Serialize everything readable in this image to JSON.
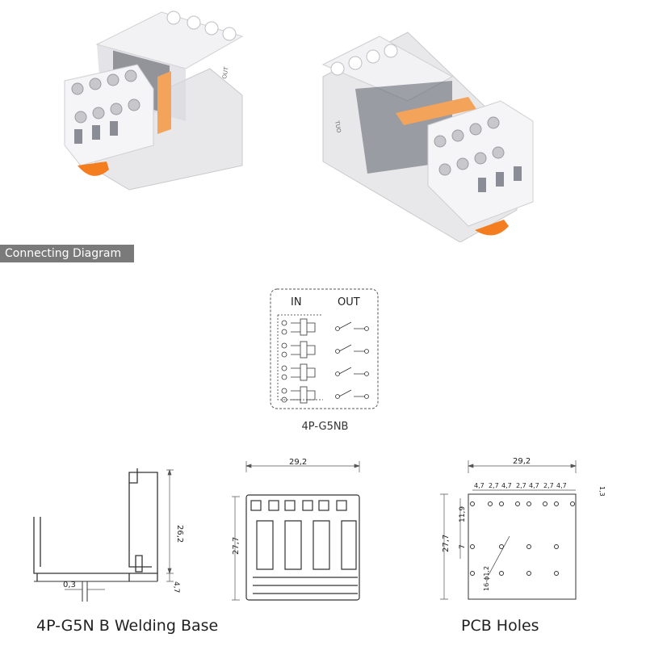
{
  "banner": "Connecting Diagram",
  "schematic": {
    "in_label": "IN",
    "out_label": "OUT",
    "caption": "4P-G5NB"
  },
  "product_photo": {
    "side_label": "OUT",
    "side_label_mirrored": "TUO"
  },
  "side_view": {
    "caption": "4P-G5N B Welding Base",
    "dim_height": "26,2",
    "dim_offset": "0,3",
    "dim_pin": "4,7"
  },
  "top_view": {
    "dim_width": "29,2",
    "dim_height": "27,7"
  },
  "pcb": {
    "caption": "PCB Holes",
    "dim_width": "29,2",
    "pitch_labels": [
      "4,7",
      "2,7",
      "4,7",
      "2,7",
      "4,7",
      "2,7",
      "4,7"
    ],
    "dim_edge": "1,3",
    "dim_height": "27,7",
    "dim_row1": "11,9",
    "dim_row2": "7",
    "dim_holes": "16-ϕ1,2"
  }
}
